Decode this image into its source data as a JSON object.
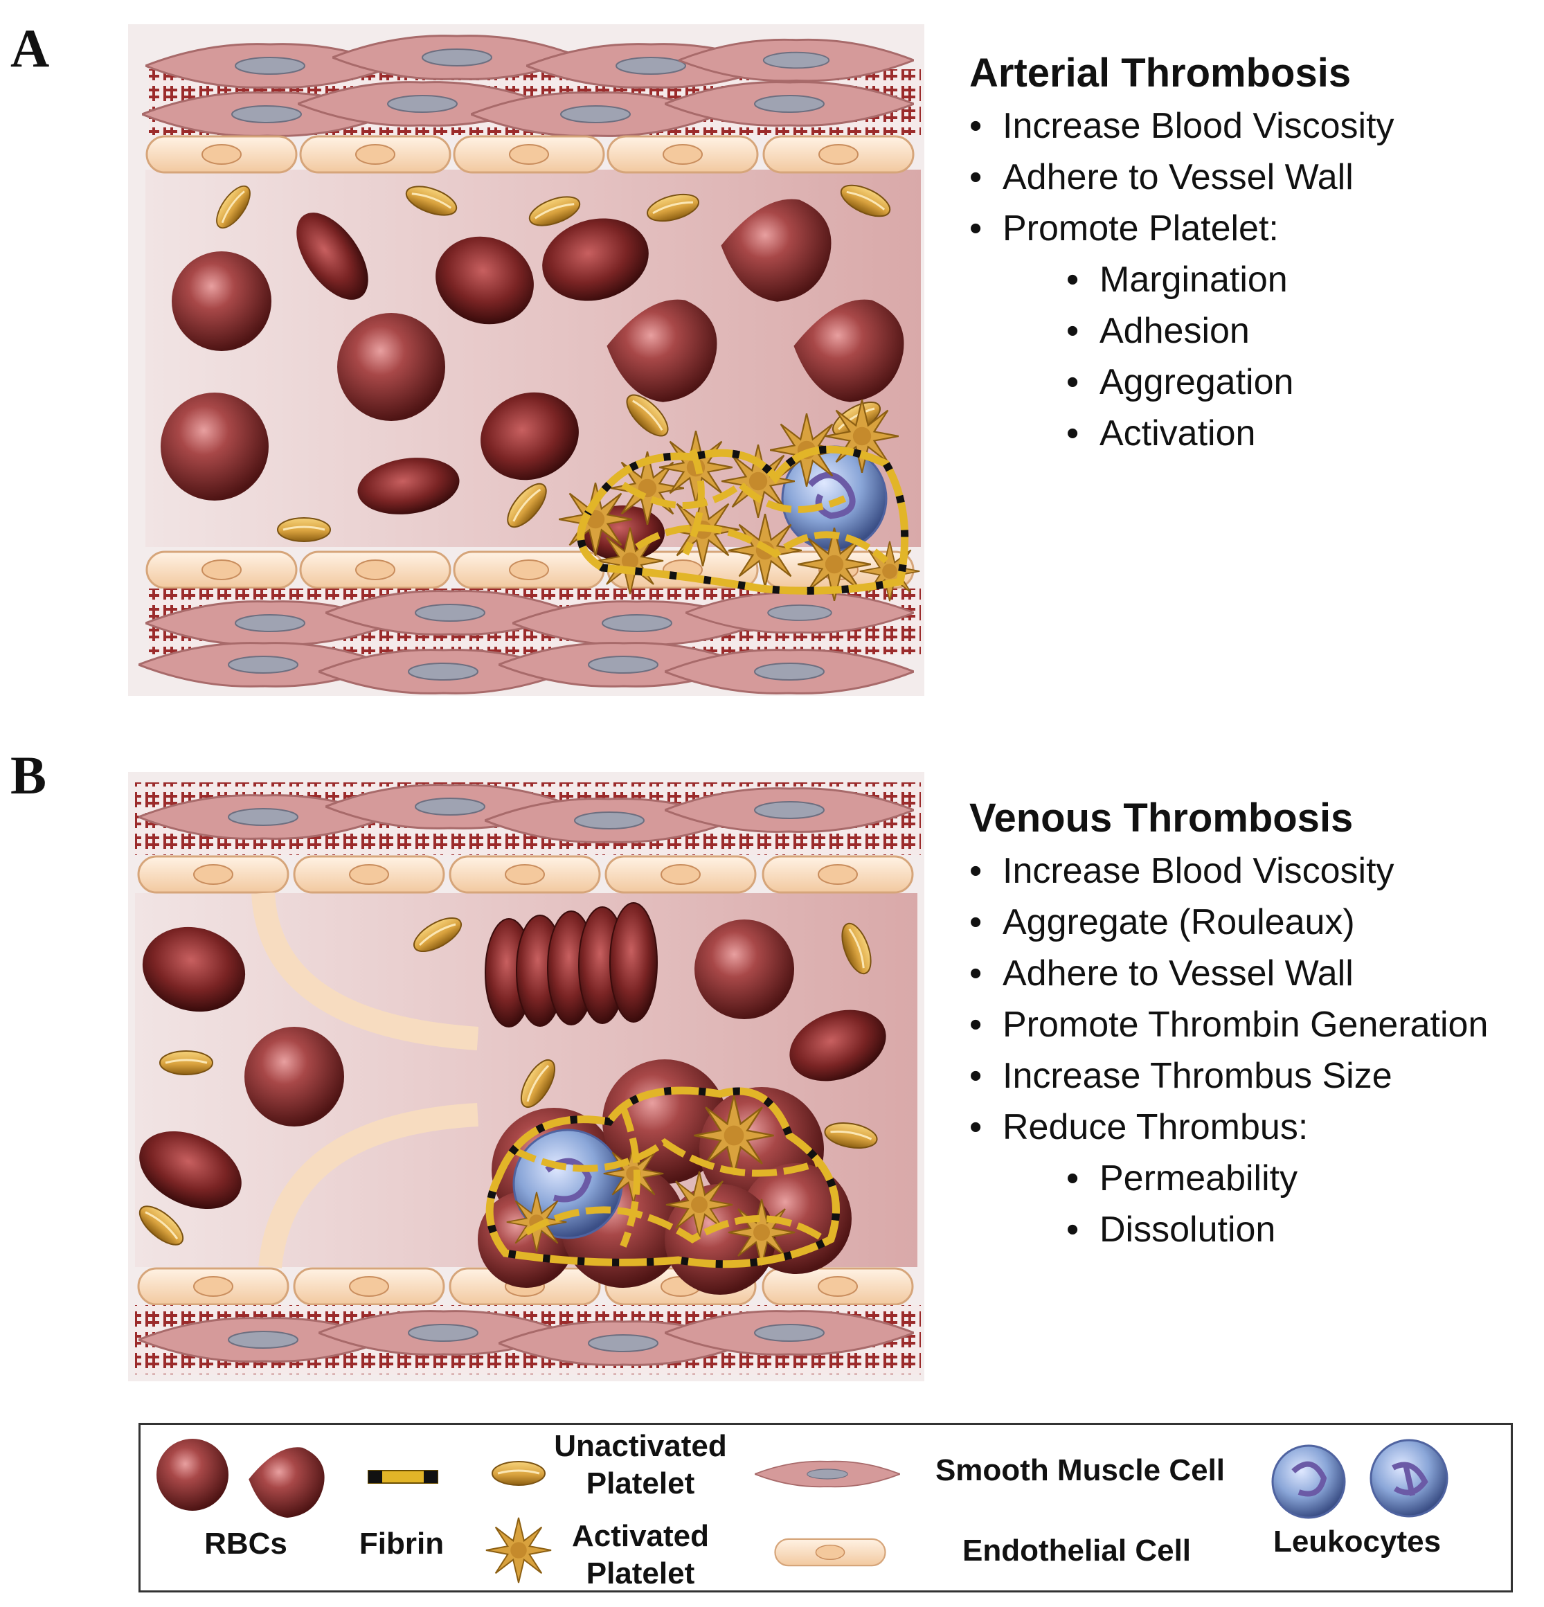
{
  "panels": [
    {
      "letter": "A",
      "title": "Arterial Thrombosis",
      "items": [
        "Increase Blood Viscosity",
        "Adhere to Vessel Wall",
        "Promote Platelet:"
      ],
      "subitems": [
        "Margination",
        "Adhesion",
        "Aggregation",
        "Activation"
      ]
    },
    {
      "letter": "B",
      "title": "Venous Thrombosis",
      "items": [
        "Increase Blood Viscosity",
        "Aggregate (Rouleaux)",
        "Adhere to Vessel Wall",
        "Promote Thrombin Generation",
        "Increase Thrombus Size",
        "Reduce Thrombus:"
      ],
      "subitems": [
        "Permeability",
        "Dissolution"
      ]
    }
  ],
  "legend": {
    "rbcs": "RBCs",
    "fibrin": "Fibrin",
    "unactivated_platelet": "Unactivated Platelet",
    "activated_platelet": "Activated Platelet",
    "smooth_muscle_cell": "Smooth Muscle Cell",
    "endothelial_cell": "Endothelial Cell",
    "leukocytes": "Leukocytes"
  },
  "colors": {
    "rbc": "#7a2a2a",
    "vessel_lumen": "#e3c0c0",
    "smooth_muscle": "#d59a9a",
    "endothelium": "#f7dcc0",
    "platelet": "#d9a23e",
    "fibrin": "#e2b528",
    "leukocyte": "#8aa6d8",
    "matrix": "#9b2b2b"
  }
}
